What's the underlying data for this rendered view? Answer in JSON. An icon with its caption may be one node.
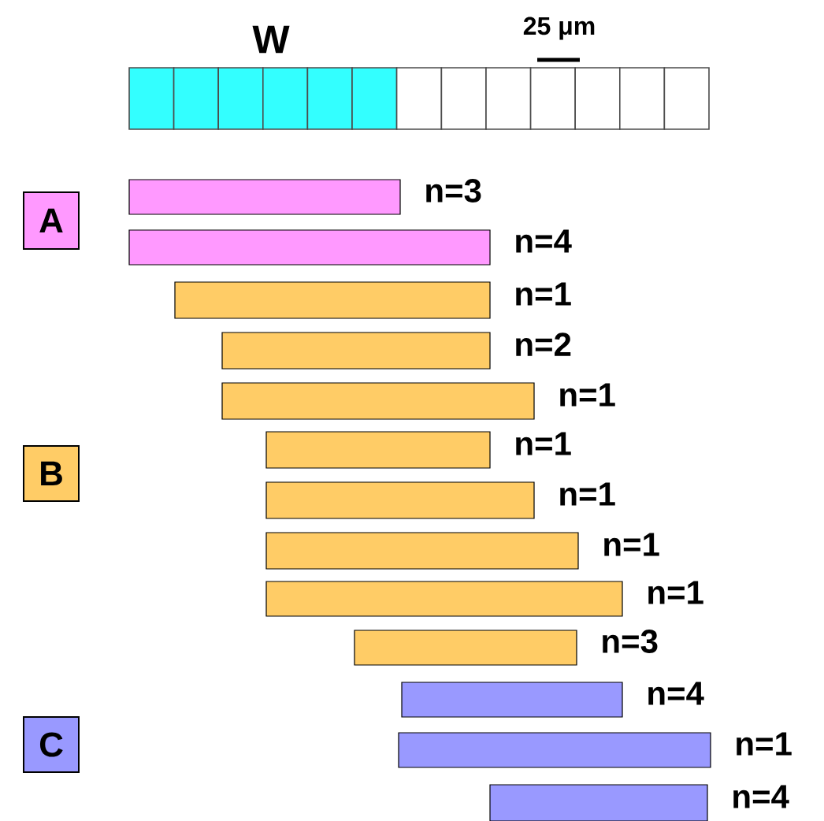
{
  "diagram": {
    "nodes": [
      {
        "text": [
          "A"
        ]
      },
      {
        "text": [],
        "shape": "bar",
        "beside": [
          "n=3"
        ]
      },
      {
        "text": [],
        "shape": "bar",
        "beside": [
          "n=4"
        ]
      },
      {
        "text": [],
        "shape": "bar",
        "beside": [
          "n=1"
        ]
      },
      {
        "text": [],
        "shape": "bar",
        "beside": [
          "n=2"
        ]
      },
      {
        "text": [],
        "shape": "bar",
        "beside": [
          "n=1"
        ]
      },
      {
        "text": [
          "B"
        ]
      },
      {
        "text": [],
        "shape": "bar",
        "beside": [
          "n=1"
        ]
      },
      {
        "text": [],
        "shape": "bar",
        "beside": [
          "n=1"
        ]
      },
      {
        "text": [],
        "shape": "bar",
        "beside": [
          "n=1"
        ]
      },
      {
        "text": [],
        "shape": "bar",
        "beside": [
          "n=1"
        ]
      },
      {
        "text": [],
        "shape": "bar",
        "beside": [
          "n=3"
        ]
      },
      {
        "text": [],
        "shape": "bar",
        "beside": [
          "n=4"
        ]
      },
      {
        "text": [
          "C"
        ]
      },
      {
        "text": [],
        "shape": "bar",
        "beside": [
          "n=1"
        ]
      },
      {
        "text": [],
        "shape": "bar",
        "beside": [
          "n=4"
        ]
      }
    ],
    "labels": [
      "W",
      "25 μm"
    ]
  }
}
